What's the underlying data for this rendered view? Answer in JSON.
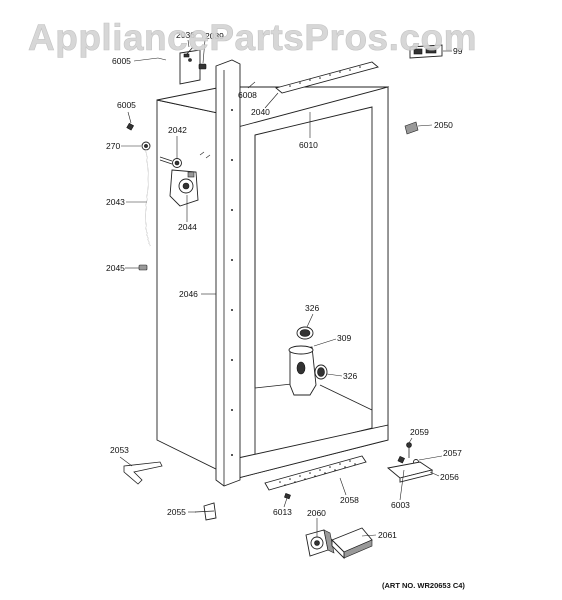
{
  "watermark": "AppliancePartsPros.com",
  "art_number": "(ART NO. WR20653 C4)",
  "callouts": {
    "c2036": "2036",
    "c2039": "2039",
    "c99": "99",
    "c6005_top": "6005",
    "c6008": "6008",
    "c2040": "2040",
    "c2050": "2050",
    "c6005": "6005",
    "c2042": "2042",
    "c270": "270",
    "c6010": "6010",
    "c2043": "2043",
    "c2044": "2044",
    "c2045": "2045",
    "c2046": "2046",
    "c326_top": "326",
    "c309": "309",
    "c326_bottom": "326",
    "c2053": "2053",
    "c2059": "2059",
    "c2057": "2057",
    "c2056": "2056",
    "c6003": "6003",
    "c2058": "2058",
    "c2055": "2055",
    "c6013": "6013",
    "c2060": "2060",
    "c2061": "2061"
  }
}
